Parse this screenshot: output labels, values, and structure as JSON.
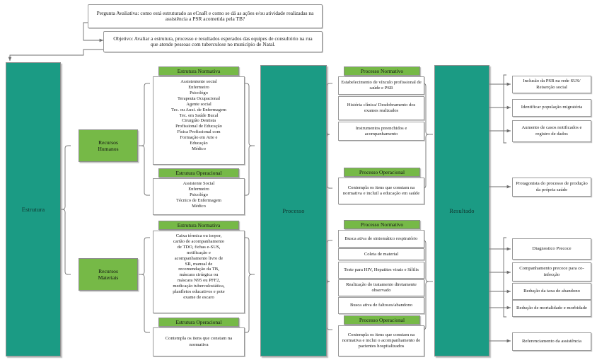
{
  "diagram": {
    "title_question": "Pergunta Avaliativa: como está estruturado as eCnaR e como se dá as ações e/ou atividade realizadas na assistência a PSR acometida pela TB?",
    "objective": "Objetivo: Avaliar a estrutura, processo e resultados esperados das equipes de consultório na rua que atende pessoas com tuberculose no município de Natal.",
    "colors": {
      "pillar_teal": "#1b9b84",
      "accent_green": "#76b947",
      "box_border": "#9a9a9a",
      "page_background": "#ffffff"
    }
  },
  "pillars": [
    {
      "label": "Estrutura"
    },
    {
      "label": "Processo"
    },
    {
      "label": "Resultado"
    }
  ],
  "resources": [
    {
      "label": "Recursos\nHumanos",
      "line1": "Recursos",
      "line2": "Humanos"
    },
    {
      "label": "Recursos\nMateriais",
      "line1": "Recursos",
      "line2": "Materiais"
    }
  ],
  "estrutura": {
    "humanos": {
      "normativa": {
        "header": "Estrutura Normativa",
        "items": [
          "Assistentente social",
          "Enfermeiro",
          "Psicológo",
          "Terapeuta Ocupacional",
          "Agente social",
          "Tec. ou Auxi. de Enfermagem",
          "Tec. em Saúde Bucal",
          "Cirurgião Dentista",
          "Profissional de Educação",
          "Física Profissional com",
          "Formação em Arte e",
          "Educação",
          "Médico"
        ]
      },
      "operacional": {
        "header": "Estrutura Operacional",
        "items": [
          "Assistente Social",
          "Enfermeiro",
          "Psicológo",
          "Técnico de Enfermagem",
          "Médico"
        ]
      }
    },
    "materiais": {
      "normativa": {
        "header": "Estrutura Normativa",
        "items": [
          "Caixa térmica ou isopor,",
          "cartão de acompanhamento",
          "de TDO, fichas e-SUS,",
          "notificação e",
          "acompanhamento livro de",
          "SR, manual de",
          "recomendação da TB,",
          "máscara cirúrgica ou",
          "máscara N95 ou PFF2,",
          "medicação tuberculostática,",
          "planfletos educativos e pote",
          "exame de escaro"
        ]
      },
      "operacional": {
        "header": "Estrutura Operacional",
        "text": "Contempla os itens que constam na normativa"
      }
    }
  },
  "processo": {
    "bloco1": {
      "normativo": {
        "header": "Processo Normativo",
        "items": [
          "Estabelecimento de vínculo profissional de saúde e PSR",
          "História clínica/ Desdobramento dos exames realizados",
          "Instrumentos preenchidos e acompanhamento"
        ]
      },
      "operacional": {
        "header": "Processo Operacional",
        "text": "Contempla os itens que constam na normativa e incluil a educação em saúde"
      }
    },
    "bloco2": {
      "normativo": {
        "header": "Processo Normativo",
        "items": [
          "Busca ativa de sintomático respiratório",
          "Coleta de material",
          "Teste para HIV, Hepatites virais e Sífilis",
          "Realização do tratamento diretamente observado",
          "Busca ativa de faltosos/abandono"
        ]
      },
      "operacional": {
        "header": "Processo Operacional",
        "text": "Contempla os itens que constam na normativa e inclui o acompanhamento de pacientes hospitalizados"
      }
    }
  },
  "resultados": {
    "grupo1": [
      "Inclusão da PSR na rede SUS/ Reiserção social",
      "Identificar população migratória",
      "Aumento de casos notificados e registro de dados"
    ],
    "grupo2": [
      "Protagonista do processo de produção da própria saúde"
    ],
    "grupo3": [
      "Diagnostico Precoce",
      "Companhamento precoce para co-infecção",
      "Redução da taxa de abandono",
      "Redução de mortalidade e morbidade"
    ],
    "grupo4": [
      "Referenciamento da assistência"
    ]
  }
}
